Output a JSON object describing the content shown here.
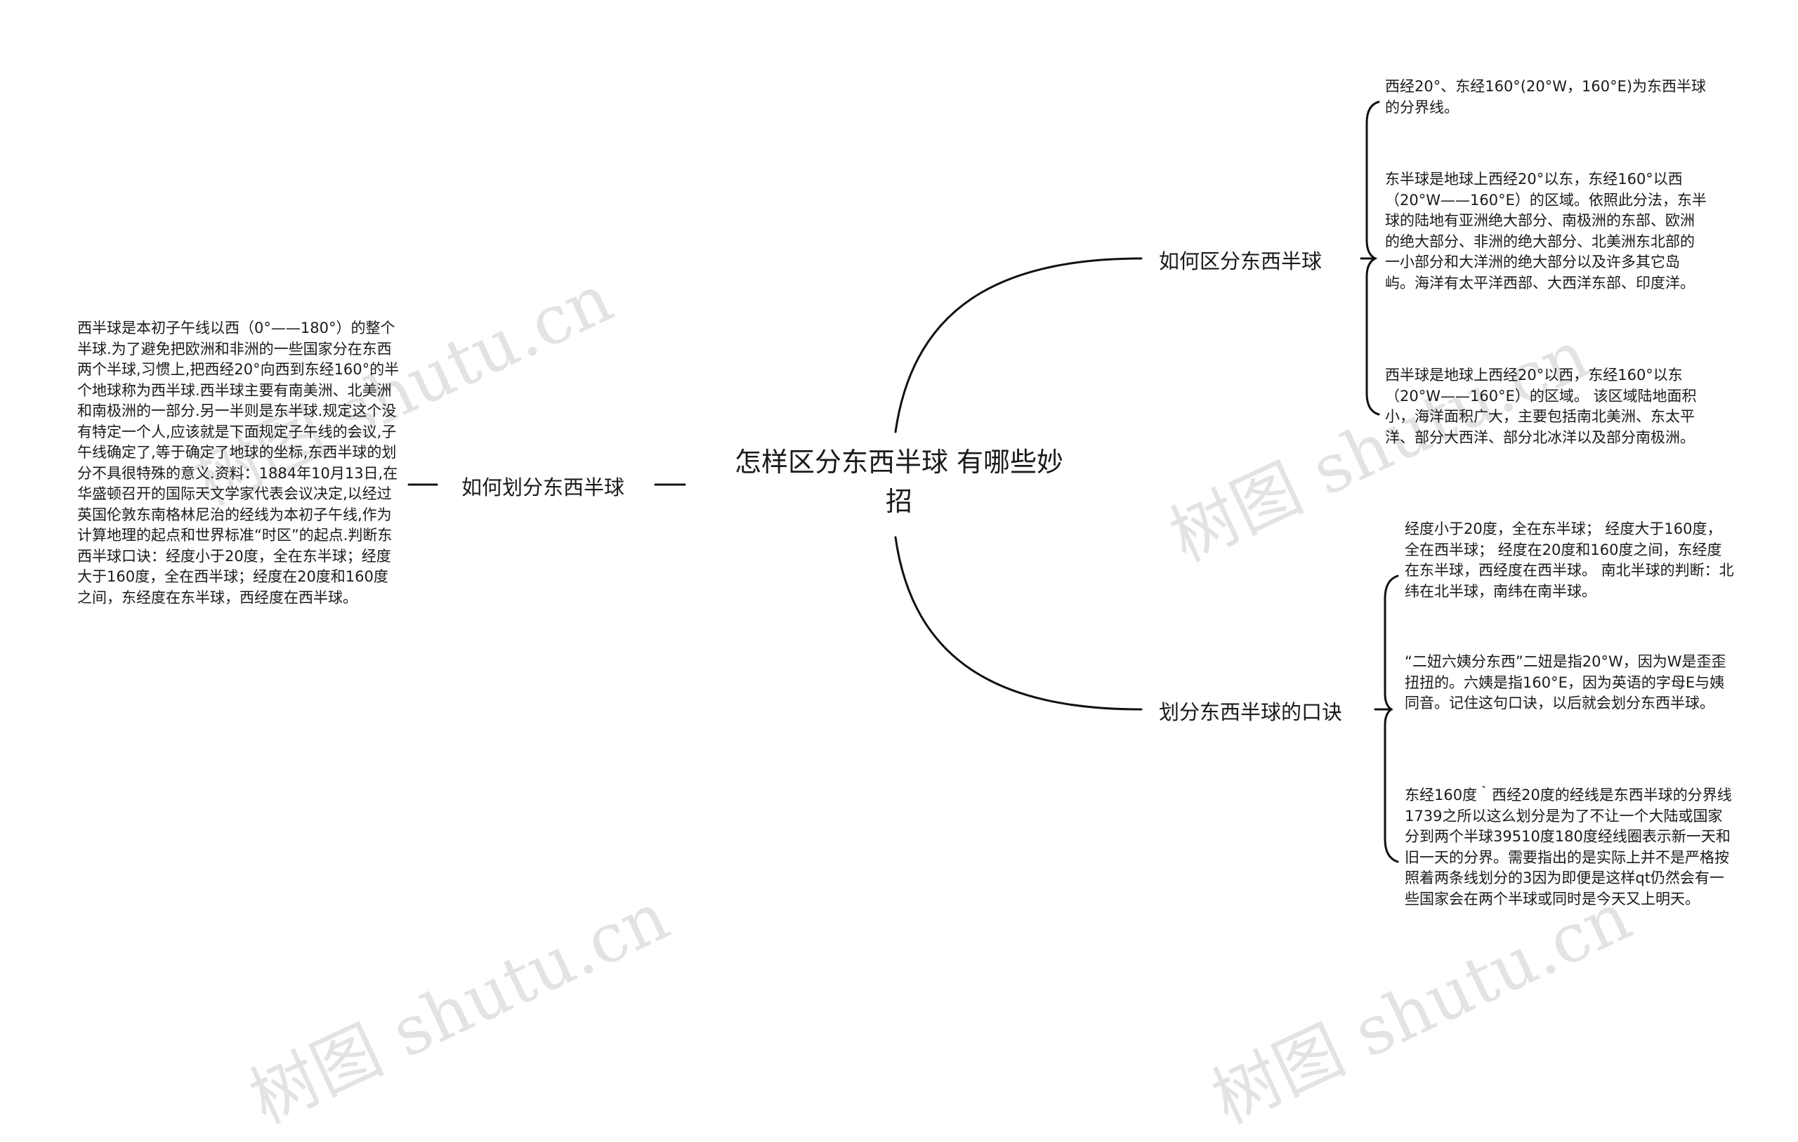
{
  "center": {
    "title": "怎样区分东西半球 有哪些妙招"
  },
  "left_branch": {
    "label": "如何划分东西半球",
    "text": "西半球是本初子午线以西（0°——180°）的整个半球.为了避免把欧洲和非洲的一些国家分在东西两个半球,习惯上,把西经20°向西到东经160°的半个地球称为西半球.西半球主要有南美洲、北美洲和南极洲的一部分.另一半则是东半球.规定这个没有特定一个人,应该就是下面规定子午线的会议,子午线确定了,等于确定了地球的坐标,东西半球的划分不具很特殊的意义.资料：1884年10月13日,在华盛顿召开的国际天文学家代表会议决定,以经过英国伦敦东南格林尼治的经线为本初子午线,作为计算地理的起点和世界标准“时区”的起点.判断东西半球口诀：经度小于20度，全在东半球；经度大于160度，全在西半球；经度在20度和160度之间，东经度在东半球，西经度在西半球。"
  },
  "right_branches": [
    {
      "label": "如何区分东西半球",
      "items": [
        "西经20°、东经160°(20°W，160°E)为东西半球的分界线。",
        "东半球是地球上西经20°以东，东经160°以西（20°W——160°E）的区域。依照此分法，东半球的陆地有亚洲绝大部分、南极洲的东部、欧洲的绝大部分、非洲的绝大部分、北美洲东北部的一小部分和大洋洲的绝大部分以及许多其它岛屿。海洋有太平洋西部、大西洋东部、印度洋。",
        "西半球是地球上西经20°以西，东经160°以东（20°W——160°E）的区域。 该区域陆地面积小，海洋面积广大，主要包括南北美洲、东太平洋、部分大西洋、部分北冰洋以及部分南极洲。"
      ]
    },
    {
      "label": "划分东西半球的口诀",
      "items": [
        "经度小于20度，全在东半球； 经度大于160度，全在西半球； 经度在20度和160度之间，东经度在东半球，西经度在西半球。 南北半球的判断：北纬在北半球，南纬在南半球。",
        "“二妞六姨分东西”二妞是指20°W，因为W是歪歪扭扭的。六姨是指160°E，因为英语的字母E与姨同音。记住这句口诀，以后就会划分东西半球。",
        "东经160度｀西经20度的经线是东西半球的分界线1739之所以这么划分是为了不让一个大陆或国家分到两个半球39510度180度经线圈表示新一天和旧一天的分界。需要指出的是实际上并不是严格按照着两条线划分的3因为即便是这样qt仍然会有一些国家会在两个半球或同时是今天又上明天。"
      ]
    }
  ],
  "watermarks": [
    "树图 shutu.cn",
    "树图 shutu.cn",
    "树图 shutu.cn",
    "树图 shutu.cn"
  ],
  "colors": {
    "line": "#111111",
    "text": "#1a1a1a",
    "watermark": "rgba(0,0,0,0.11)"
  }
}
